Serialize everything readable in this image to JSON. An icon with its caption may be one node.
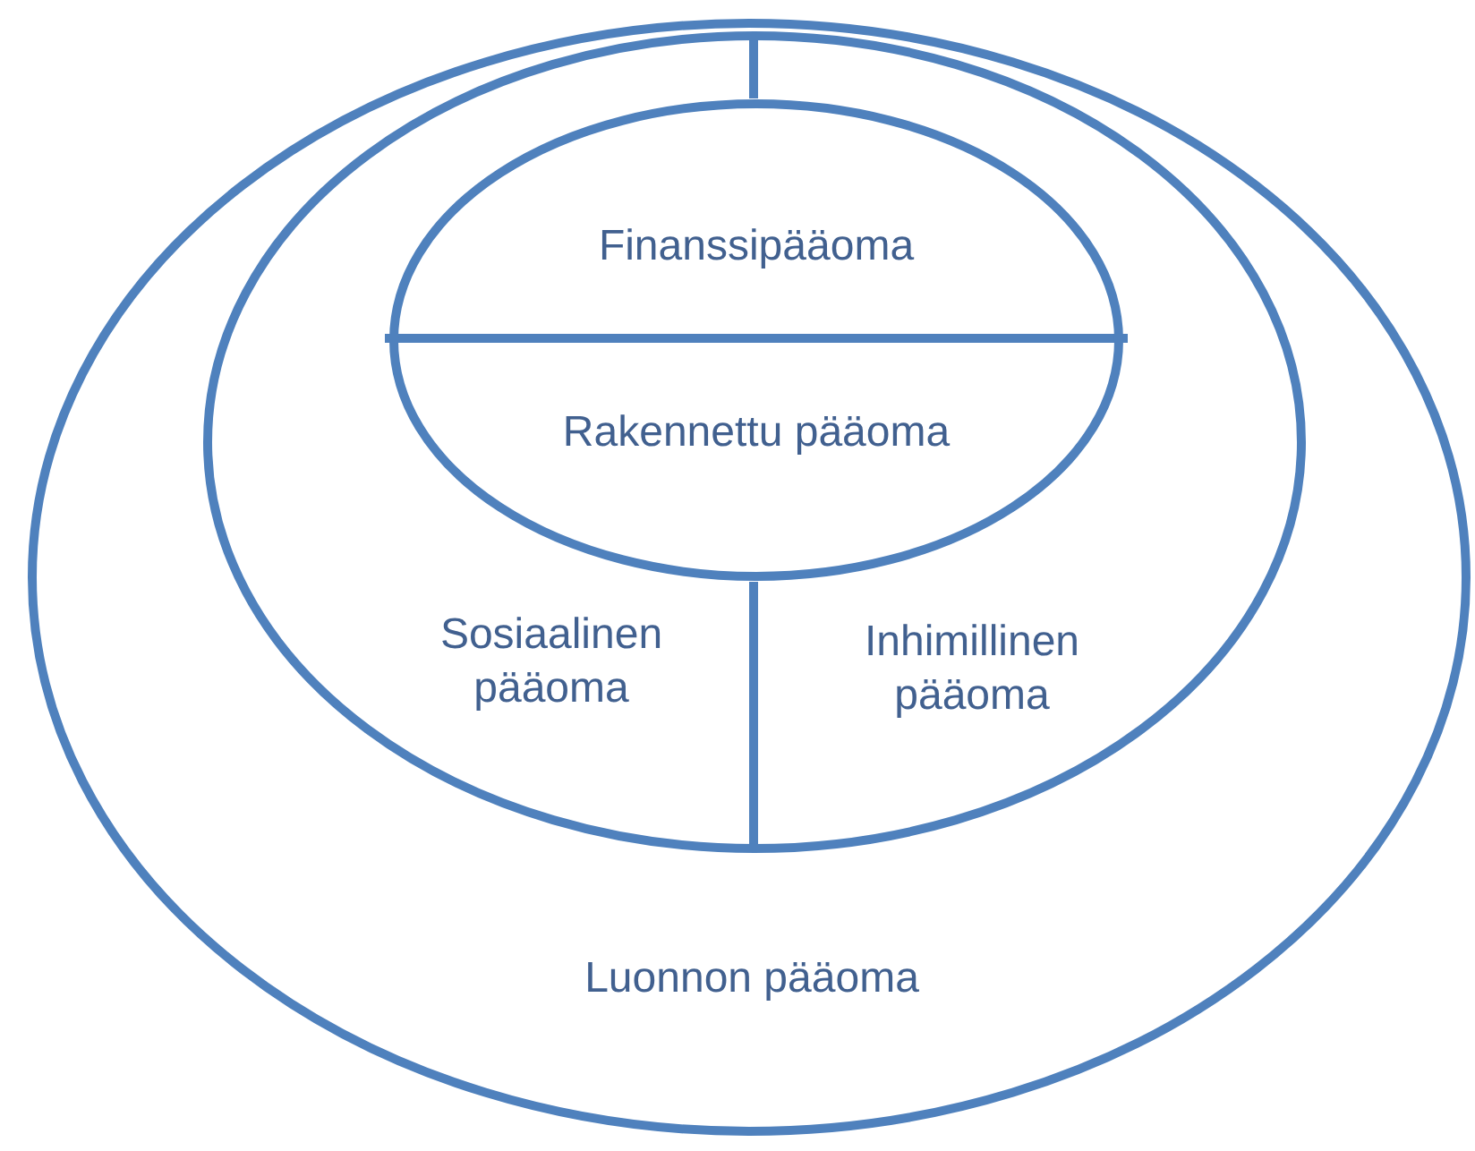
{
  "diagram": {
    "nodes": [
      {
        "text": [
          "Luonnon pääoma"
        ]
      },
      {
        "text": [
          "Sosiaalinen pääoma",
          "Inhimillinen pääoma"
        ],
        "in": 0
      },
      {
        "text": [
          "Finanssipääoma",
          "Rakennettu pääoma"
        ],
        "in": 1
      }
    ]
  }
}
